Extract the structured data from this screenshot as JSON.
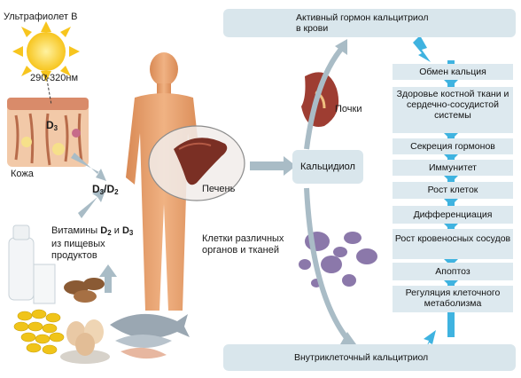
{
  "uv_label": "Ультрафиолет В",
  "wavelength": "290-320нм",
  "skin_d3": {
    "main": "D",
    "sub": "3"
  },
  "skin_label": "Кожа",
  "d3d2": {
    "d3": "D",
    "d3_sub": "3",
    "slash": "/",
    "d2": "D",
    "d2_sub": "2"
  },
  "vitamins": {
    "line1_prefix": "Витамины ",
    "d2": "D",
    "d2_sub": "2",
    "and": " и ",
    "d3": "D",
    "d3_sub": "3",
    "line2": "из пищевых",
    "line3": "продуктов"
  },
  "liver_label": "Печень",
  "kidney_label": "Почки",
  "calcidiol_label": "Кальцидиол",
  "cells_label": "Клетки различных органов и тканей",
  "top_box": "Активный гормон кальцитриол в крови",
  "bottom_box": "Внутриклеточный кальцитриол",
  "effects": [
    "Обмен кальция",
    "Здоровье костной ткани и сердечно-сосудистой системы",
    "Секреция гормонов",
    "Иммунитет",
    "Рост клеток",
    "Дифференциация",
    "Рост кровеносных сосудов",
    "Апоптоз",
    "Регуляция клеточного метаболизма"
  ],
  "colors": {
    "box": "#d9e6ec",
    "arrow_cyan": "#3fb3e0",
    "arrow_grey": "#a9bcc6",
    "body": "#e8a06f",
    "sun": "#f7c51e"
  }
}
